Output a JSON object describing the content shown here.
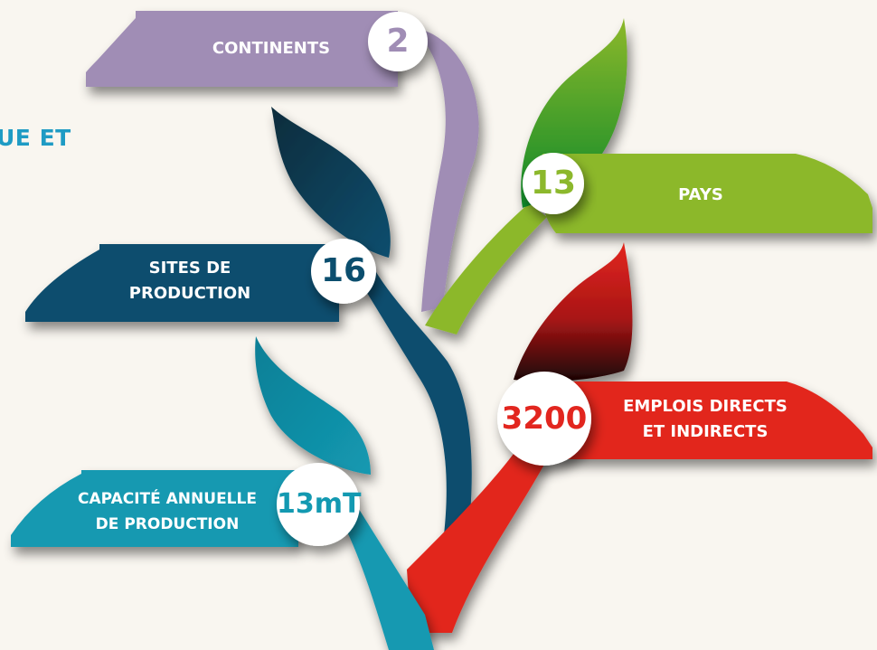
{
  "heading": "UE ET",
  "colors": {
    "background": "#f9f6f0",
    "heading": "#1e9bc4",
    "continents": "#a08db5",
    "pays": "#8cb82c",
    "leaf_green": "#0e8a2b",
    "sites": "#0b4e6e",
    "emplois": "#e2261f",
    "capacite": "#1399b1"
  },
  "items": {
    "continents": {
      "value": "2",
      "label_lines": [
        "CONTINENTS"
      ]
    },
    "pays": {
      "value": "13",
      "label_lines": [
        "PAYS"
      ]
    },
    "sites": {
      "value": "16",
      "label_lines": [
        "SITES DE",
        "PRODUCTION"
      ]
    },
    "emplois": {
      "value": "3200",
      "label_lines": [
        "EMPLOIS DIRECTS",
        "ET INDIRECTS"
      ]
    },
    "capacite": {
      "value": "13mT",
      "label_lines": [
        "CAPACITÉ ANNUELLE",
        "DE PRODUCTION"
      ]
    }
  }
}
